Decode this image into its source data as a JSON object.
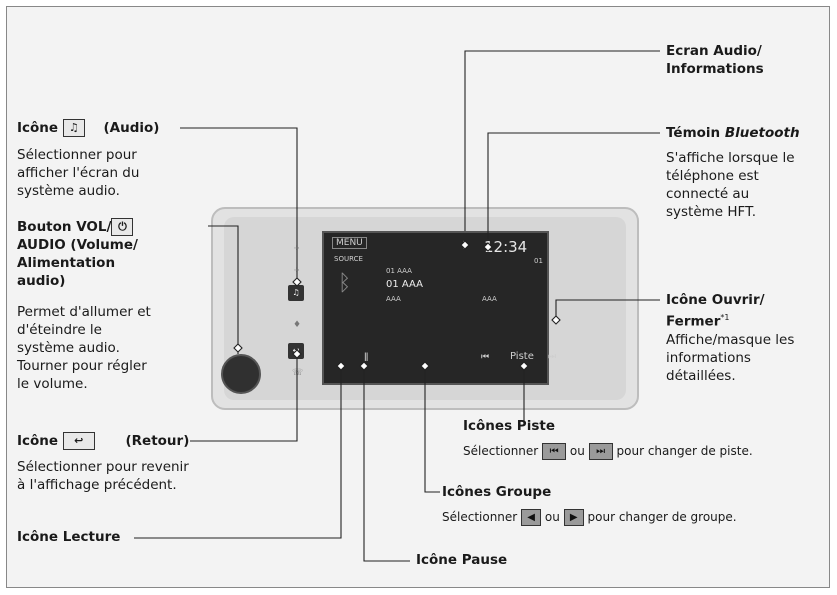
{
  "labels": {
    "audio_icon_prefix": "Icône",
    "audio_icon_suffix": "(Audio)",
    "audio_icon_desc": [
      "Sélectionner pour",
      "afficher l'écran du",
      "système audio."
    ],
    "vol_title": [
      "Bouton VOL/",
      "AUDIO (Volume/",
      "Alimentation",
      "audio)"
    ],
    "vol_desc": [
      "Permet d'allumer et",
      "d'éteindre le",
      "système audio.",
      "Tourner pour régler",
      "le volume."
    ],
    "back_icon_prefix": "Icône",
    "back_icon_suffix": "(Retour)",
    "back_icon_desc": [
      "Sélectionner pour revenir",
      "à l'affichage précédent."
    ],
    "lecture": "Icône Lecture",
    "pause": "Icône Pause",
    "ecran_audio": [
      "Ecran Audio/",
      "Informations"
    ],
    "bt_title_prefix": "Témoin",
    "bt_title_em": "Bluetooth",
    "bt_desc": [
      "S'affiche lorsque le",
      "téléphone est",
      "connecté au",
      "système HFT."
    ],
    "ouvrir_title": [
      "Icône Ouvrir/",
      "Fermer"
    ],
    "ouvrir_sup": "*1",
    "ouvrir_desc": [
      "Affiche/masque les",
      "informations",
      "détaillées."
    ],
    "piste_title": "Icônes Piste",
    "piste_desc_a": "Sélectionner",
    "piste_desc_b": "ou",
    "piste_desc_c": "pour changer de piste.",
    "groupe_title": "Icônes Groupe",
    "groupe_desc_a": "Sélectionner",
    "groupe_desc_b": "ou",
    "groupe_desc_c": "pour changer de groupe."
  },
  "screen": {
    "clock": "12:34",
    "top_btn": "MENU",
    "source": "SOURCE",
    "line1": "01 AAA",
    "line2": "01 AAA",
    "line3a": "AAA",
    "line3b": "AAA",
    "track": "01",
    "piste_btn": "Piste",
    "audio_btn": "AUDIO",
    "back_btn": "BACK"
  }
}
